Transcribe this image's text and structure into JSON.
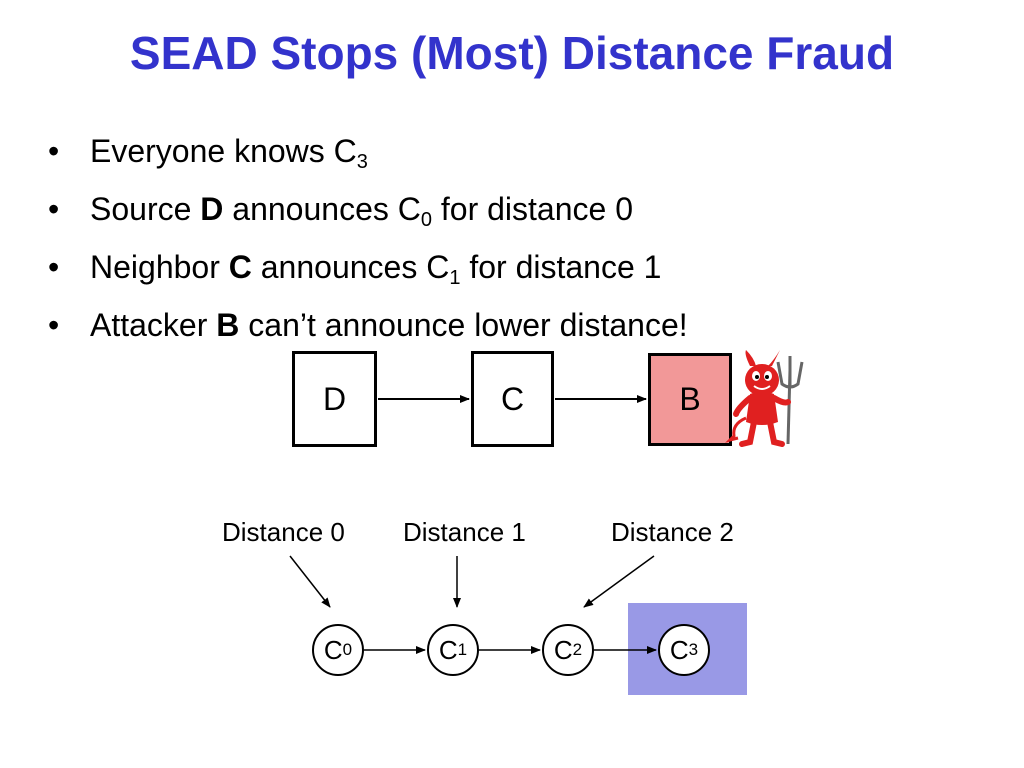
{
  "title": "SEAD Stops (Most) Distance Fraud",
  "bullets": [
    {
      "pre": "Everyone knows C",
      "sub": "3",
      "bold": "",
      "post": ""
    },
    {
      "pre": "Source ",
      "bold": "D",
      "mid": " announces C",
      "sub": "0",
      "post": " for distance 0"
    },
    {
      "pre": "Neighbor ",
      "bold": "C",
      "mid": " announces C",
      "sub": "1",
      "post": " for distance 1"
    },
    {
      "pre": "Attacker ",
      "bold": "B",
      "mid": "",
      "sub": "",
      "post": " can’t announce lower distance!"
    }
  ],
  "top_nodes": {
    "d": "D",
    "c": "C",
    "b": "B"
  },
  "distance_labels": [
    "Distance 0",
    "Distance 1",
    "Distance 2"
  ],
  "chain": [
    {
      "base": "C",
      "sub": "0"
    },
    {
      "base": "C",
      "sub": "1"
    },
    {
      "base": "C",
      "sub": "2"
    },
    {
      "base": "C",
      "sub": "3"
    }
  ],
  "colors": {
    "title": "#3333cc",
    "attacker_fill": "#f29898",
    "known_highlight": "#9999e6",
    "devil": "#e02020"
  },
  "icons": {
    "attacker_mascot": "devil-icon"
  }
}
